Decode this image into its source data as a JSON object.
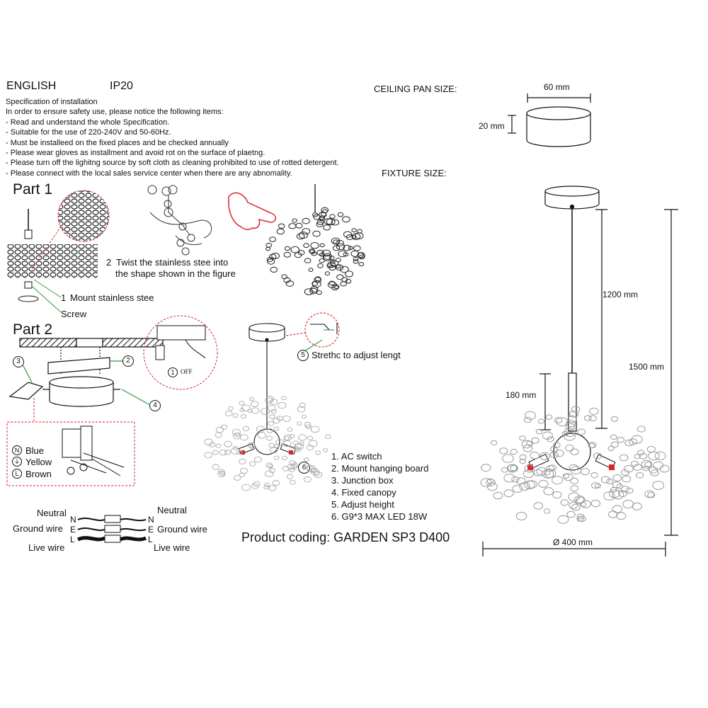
{
  "header": {
    "language": "ENGLISH",
    "ip_rating": "IP20"
  },
  "spec": {
    "title": "Specification of installation",
    "intro": "In order to ensure safety use, please notice the following items:",
    "items": [
      "- Read and understand the whole Specification.",
      "- Suitable for the use of 220-240V and 50-60Hz.",
      "- Must be installeed on the fixed places and be checked annually",
      "- Please wear gloves as installment and avoid rot on the surface of plaetng.",
      "- Please turn off the lighitng source by soft cloth as cleaning prohibited to use of rotted detergent.",
      "- Please connect with the local sales service center when there are any abnomality."
    ]
  },
  "ceiling_pan": {
    "label": "CEILING PAN  SIZE:",
    "width": "60 mm",
    "height": "20 mm"
  },
  "fixture": {
    "label": "FIXTURE SIZE:",
    "cable_length": "1200 mm",
    "total_height": "1500 mm",
    "tube_height": "180 mm",
    "diameter": "Ø 400 mm"
  },
  "part1": {
    "title": "Part 1",
    "step1_num": "1",
    "step1": "Mount stainless stee",
    "screw": "Screw",
    "step2_num": "2",
    "step2_line1": "Twist  the  stainless  stee  into",
    "step2_line2": "the shape shown in the figure"
  },
  "part2": {
    "title": "Part 2",
    "callout_3": "3",
    "callout_2": "2",
    "callout_4": "4",
    "callout_1": "1",
    "off_label": "OFF",
    "wires": [
      {
        "symbol": "N",
        "label": "Blue"
      },
      {
        "symbol": "⏚",
        "label": "Yellow"
      },
      {
        "symbol": "L",
        "label": "Brown"
      }
    ]
  },
  "wiring": {
    "left_neutral": "Neutral",
    "left_ground": "Ground wire",
    "left_live": "Live wire",
    "right_neutral": "Neutral",
    "right_ground": "Ground wire",
    "right_live": "Live wire",
    "n": "N",
    "e": "E",
    "l": "L"
  },
  "stretch": {
    "num": "5",
    "label": "Strethc to adjust lengt",
    "callout_6": "6"
  },
  "legend": [
    "1. AC switch",
    "2. Mount hanging board",
    "3. Junction box",
    "4. Fixed canopy",
    "5. Adjust height",
    "6. G9*3 MAX LED 18W"
  ],
  "product": "Product coding: GARDEN SP3 D400",
  "colors": {
    "accent_red": "#d8262b",
    "line": "#111111"
  }
}
